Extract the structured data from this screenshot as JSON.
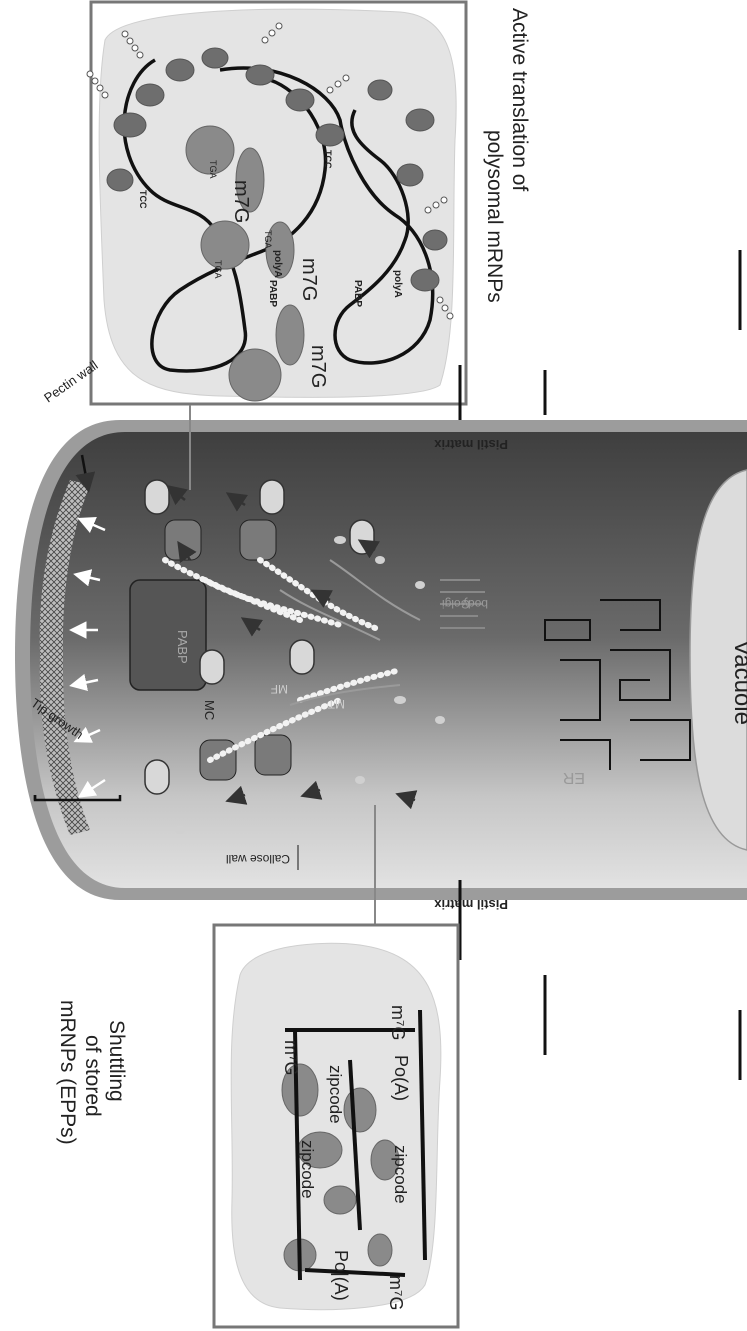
{
  "titles": {
    "top_line1": "Active translation of",
    "top_line2": "polysomal mRNPs",
    "bottom_line1": "Shuttling",
    "bottom_line2": "of stored",
    "bottom_line3": "mRNPs (EPPs)"
  },
  "labels": {
    "pectin_wall": "Pectin wall",
    "tip_growth": "Tip growth",
    "callose_wall": "Callose wall",
    "pistil_matrix": "Pistil matrix",
    "pabp": "PABP",
    "mc": "MC",
    "mf": "MF",
    "mt": "MT",
    "golgi_body_line1": "Golgi",
    "golgi_body_line2": "body",
    "er": "ER",
    "vacuole": "Vacuole"
  },
  "polysome_labels": {
    "m7g": "m7G",
    "pabp": "PABP",
    "polya": "polyA",
    "tga": "TGA",
    "tcc": "TCC"
  },
  "epp_labels": {
    "m7g": "m⁷G",
    "zipcode": "zipcode",
    "pola": "Po(A)",
    "pola_full": "Po|(A)"
  },
  "colors": {
    "tube_dark": "#4a4a4a",
    "tube_light": "#d8d8d8",
    "wall": "#9a9a9a",
    "panel_bg": "#e6e6e6",
    "panel_border": "#777777"
  }
}
